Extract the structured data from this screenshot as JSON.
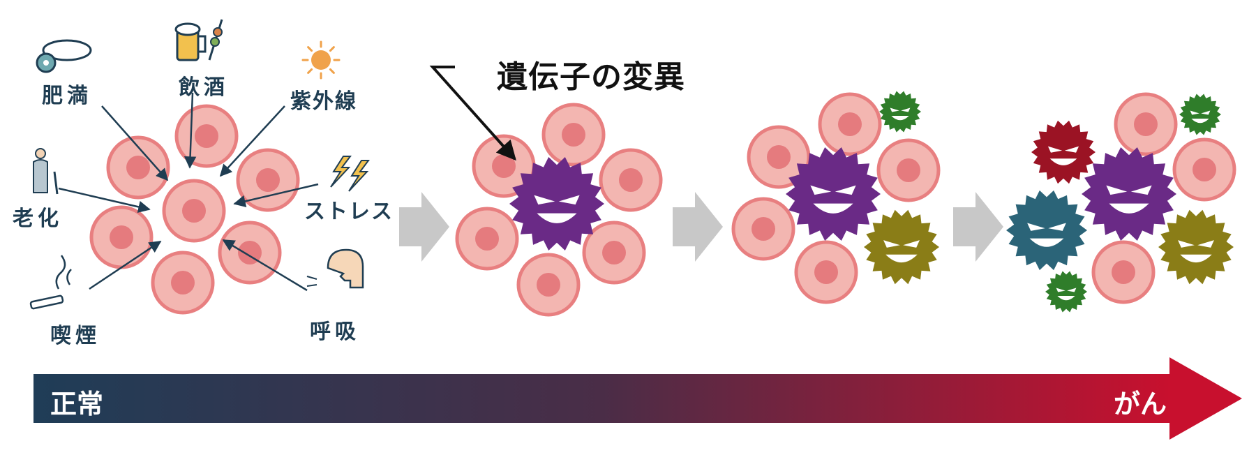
{
  "factors": {
    "obesity": "肥満",
    "alcohol": "飲酒",
    "uv": "紫外線",
    "aging": "老化",
    "stress": "ストレス",
    "smoking": "喫煙",
    "breathing": "呼吸"
  },
  "mutation_label": "遺伝子の変異",
  "progress_bar": {
    "start_label": "正常",
    "end_label": "がん",
    "start_color": "#1f3d57",
    "end_color": "#c8102e"
  },
  "colors": {
    "cell_outer": "#f3b6b1",
    "cell_ring": "#e87f80",
    "cell_nucleus": "#e57b7e",
    "arrow_gray": "#c8c8c8",
    "virus_purple": "#6a2a86",
    "virus_olive": "#8a7d17",
    "virus_green": "#2f7d2a",
    "virus_red": "#9b1324",
    "virus_teal": "#2b6478",
    "label_navy": "#1f3d52"
  }
}
